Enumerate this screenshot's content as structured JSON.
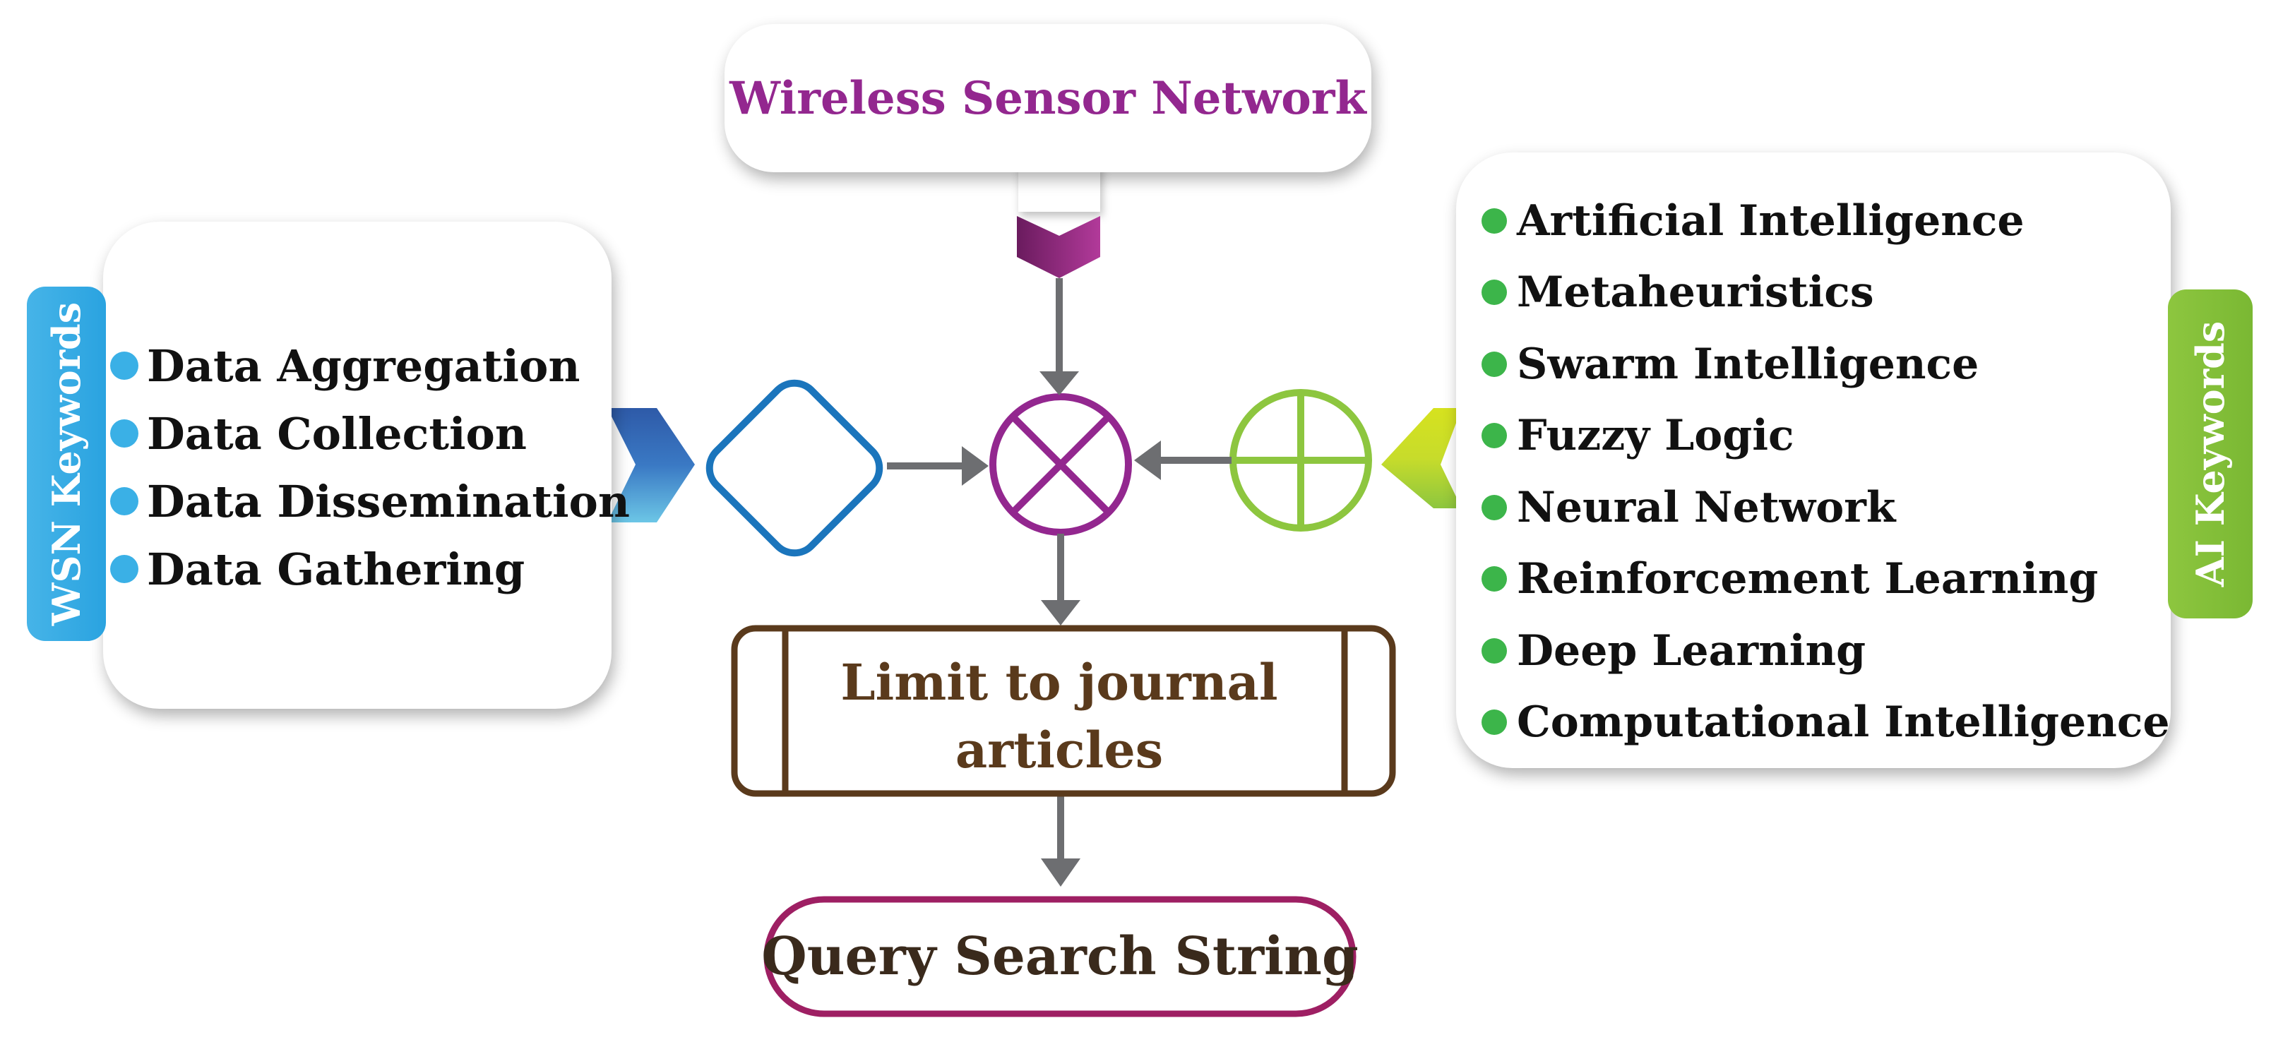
{
  "top": {
    "title": "Wireless Sensor Network"
  },
  "wsn": {
    "tab_label": "WSN Keywords",
    "keywords": [
      "Data Aggregation",
      "Data Collection",
      "Data Dissemination",
      "Data Gathering"
    ]
  },
  "ai": {
    "tab_label": "AI Keywords",
    "keywords": [
      "Artificial Intelligence",
      "Metaheuristics",
      "Swarm Intelligence",
      "Fuzzy Logic",
      "Neural Network",
      "Reinforcement  Learning",
      "Deep Learning",
      "Computational Intelligence"
    ]
  },
  "filter": {
    "label_line1": "Limit to journal",
    "label_line2": "articles"
  },
  "output": {
    "label": "Query Search String"
  },
  "colors": {
    "purple": "#93278f",
    "blue": "#1b75bc",
    "green": "#8dc63f",
    "brown": "#5a3a1c",
    "magenta": "#9e1f63",
    "arrow": "#6d6e71",
    "wsn_dot": "#3ab0e6",
    "ai_dot": "#3cb54a"
  },
  "icons": {
    "and_operator": "circle-x-icon",
    "or_operator": "circle-plus-icon",
    "decision": "diamond-icon"
  }
}
